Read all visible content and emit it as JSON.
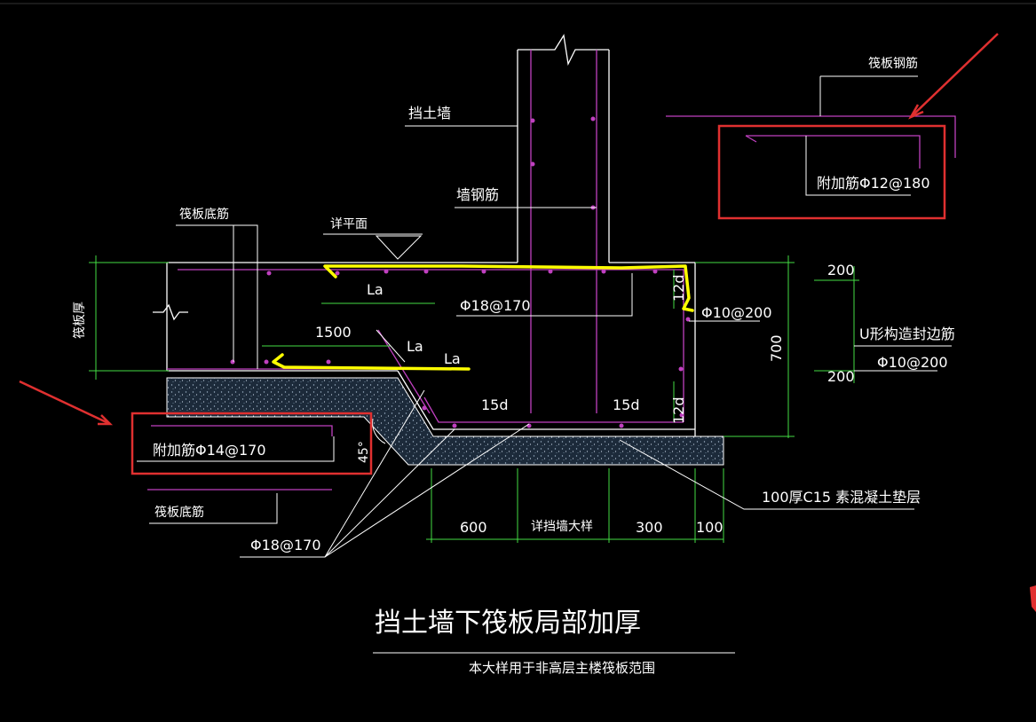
{
  "colors": {
    "background": "#000000",
    "outline": "#ffffff",
    "rebar": "#c040c0",
    "dimension": "#44dd44",
    "highlight_stroke": "#ffff00",
    "callout": "#e03030",
    "concrete_fill": "#1c2a3a"
  },
  "labels": {
    "retaining_wall": "挡土墙",
    "wall_rebar": "墙钢筋",
    "raft_bottom_rebar_top": "筏板底筋",
    "detail_plan": "详平面",
    "raft_thickness": "筏板厚",
    "la_top": "La",
    "rebar_top": "Φ18@170",
    "dim_12d_top": "12d",
    "rebar_edge": "Φ10@200",
    "dim_1500": "1500",
    "la_mid": "La",
    "la_mid2": "La",
    "dim_15d_left": "15d",
    "dim_15d_right": "15d",
    "dim_12d_bottom": "12d",
    "dim_700": "700",
    "add_rebar_left": "附加筋Φ14@170",
    "angle_45": "45°",
    "raft_bottom_rebar_bottom": "筏板底筋",
    "rebar_bottom": "Φ18@170",
    "dim_600": "600",
    "detail_wall": "详挡墙大样",
    "dim_300": "300",
    "dim_100": "100",
    "cushion": "100厚C15 素混凝土垫层",
    "raft_rebar_right": "筏板钢筋",
    "add_rebar_right": "附加筋Φ12@180",
    "dim_200_top": "200",
    "u_rebar": "U形构造封边筋",
    "u_rebar_spec": "Φ10@200",
    "dim_200_bottom": "200"
  },
  "title": {
    "main": "挡土墙下筏板局部加厚",
    "sub": "本大样用于非高层主楼筏板范围"
  }
}
